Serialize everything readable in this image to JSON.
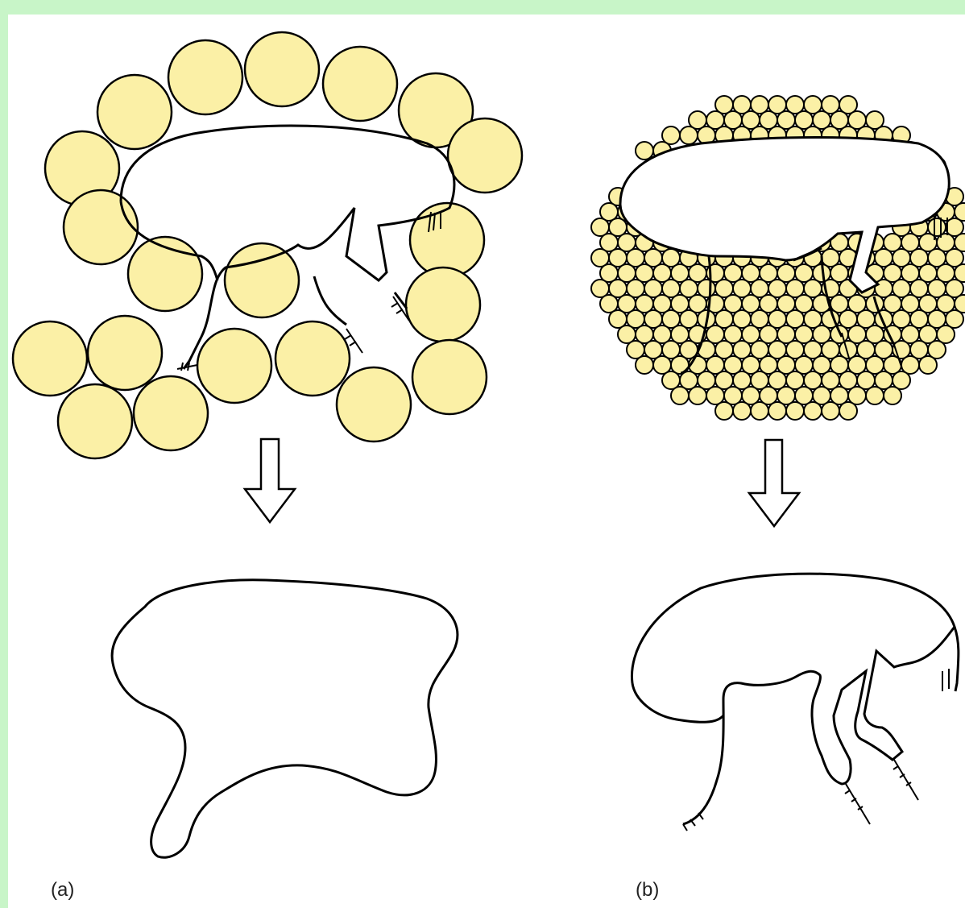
{
  "colors": {
    "background_border": "#c8f5c8",
    "panel": "#ffffff",
    "particle_fill": "#fbf0a6",
    "outline": "#000000"
  },
  "panels": [
    {
      "id": "a",
      "label": "(a)",
      "particles": "large"
    },
    {
      "id": "b",
      "label": "(b)",
      "particles": "small"
    }
  ]
}
